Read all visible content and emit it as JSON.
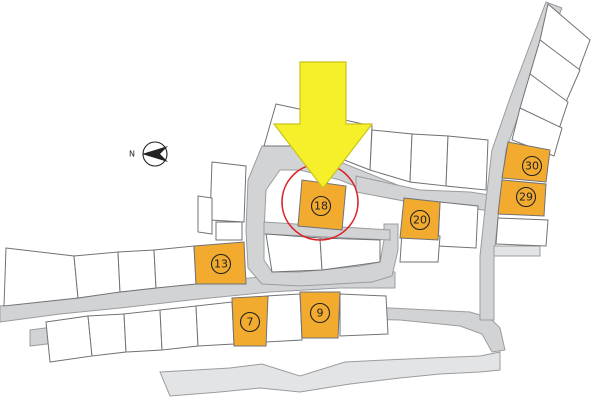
{
  "map": {
    "compass": {
      "label": "N",
      "icon": "north-arrow-icon"
    },
    "highlight_color": "#f2ab2e",
    "road_color": "#d2d3d5",
    "arrow_color": "#f5f02a",
    "circle_color": "#d9262b",
    "lots": [
      {
        "id": "13",
        "label": "13"
      },
      {
        "id": "18",
        "label": "18"
      },
      {
        "id": "20",
        "label": "20"
      },
      {
        "id": "29",
        "label": "29"
      },
      {
        "id": "30",
        "label": "30"
      },
      {
        "id": "7",
        "label": "7"
      },
      {
        "id": "9",
        "label": "9"
      }
    ]
  }
}
